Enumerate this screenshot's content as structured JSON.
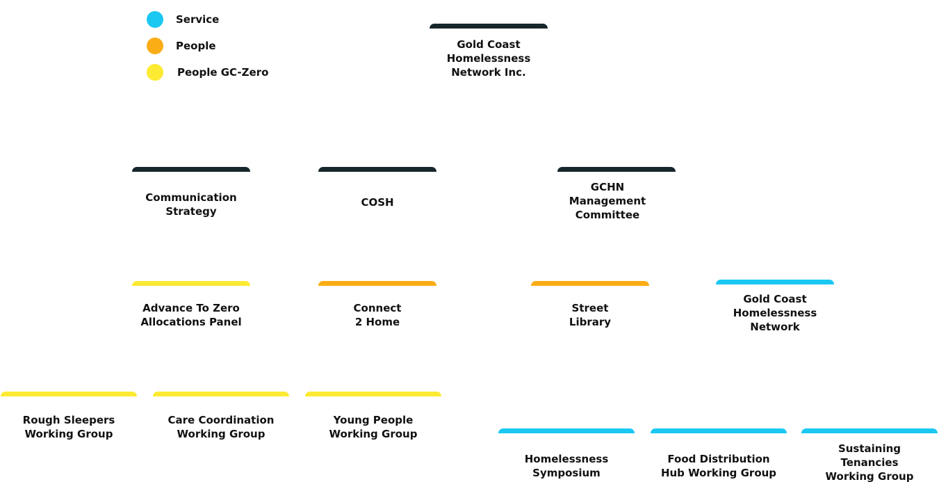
{
  "colors": {
    "service": "#1ac8f2",
    "people": "#fbad16",
    "people_gc_zero": "#fdea33",
    "root": "#16262b"
  },
  "legend": [
    {
      "label": "Service",
      "color": "#1ac8f2"
    },
    {
      "label": "People",
      "color": "#fbad16"
    },
    {
      "label": "People GC-Zero",
      "color": "#fdea33"
    }
  ],
  "nodes": {
    "gold_coast_network_inc": "Gold Coast\nHomelessness\nNetwork Inc.",
    "communication_strategy": "Communication\nStrategy",
    "cosh": "COSH",
    "gchn_management_committee": "GCHN\nManagement\nCommittee",
    "advance_to_zero": "Advance To Zero\nAllocations Panel",
    "connect_2_home": "Connect\n2 Home",
    "street_library": "Street\nLibrary",
    "gold_coast_network": "Gold Coast\nHomelessness\nNetwork",
    "rough_sleepers": "Rough Sleepers\nWorking Group",
    "care_coordination": "Care Coordination\nWorking Group",
    "young_people": "Young People\nWorking Group",
    "homelessness_symposium": "Homelessness\nSymposium",
    "food_distribution": "Food Distribution\nHub Working Group",
    "sustaining_tenancies": "Sustaining\nTenancies\nWorking Group"
  }
}
